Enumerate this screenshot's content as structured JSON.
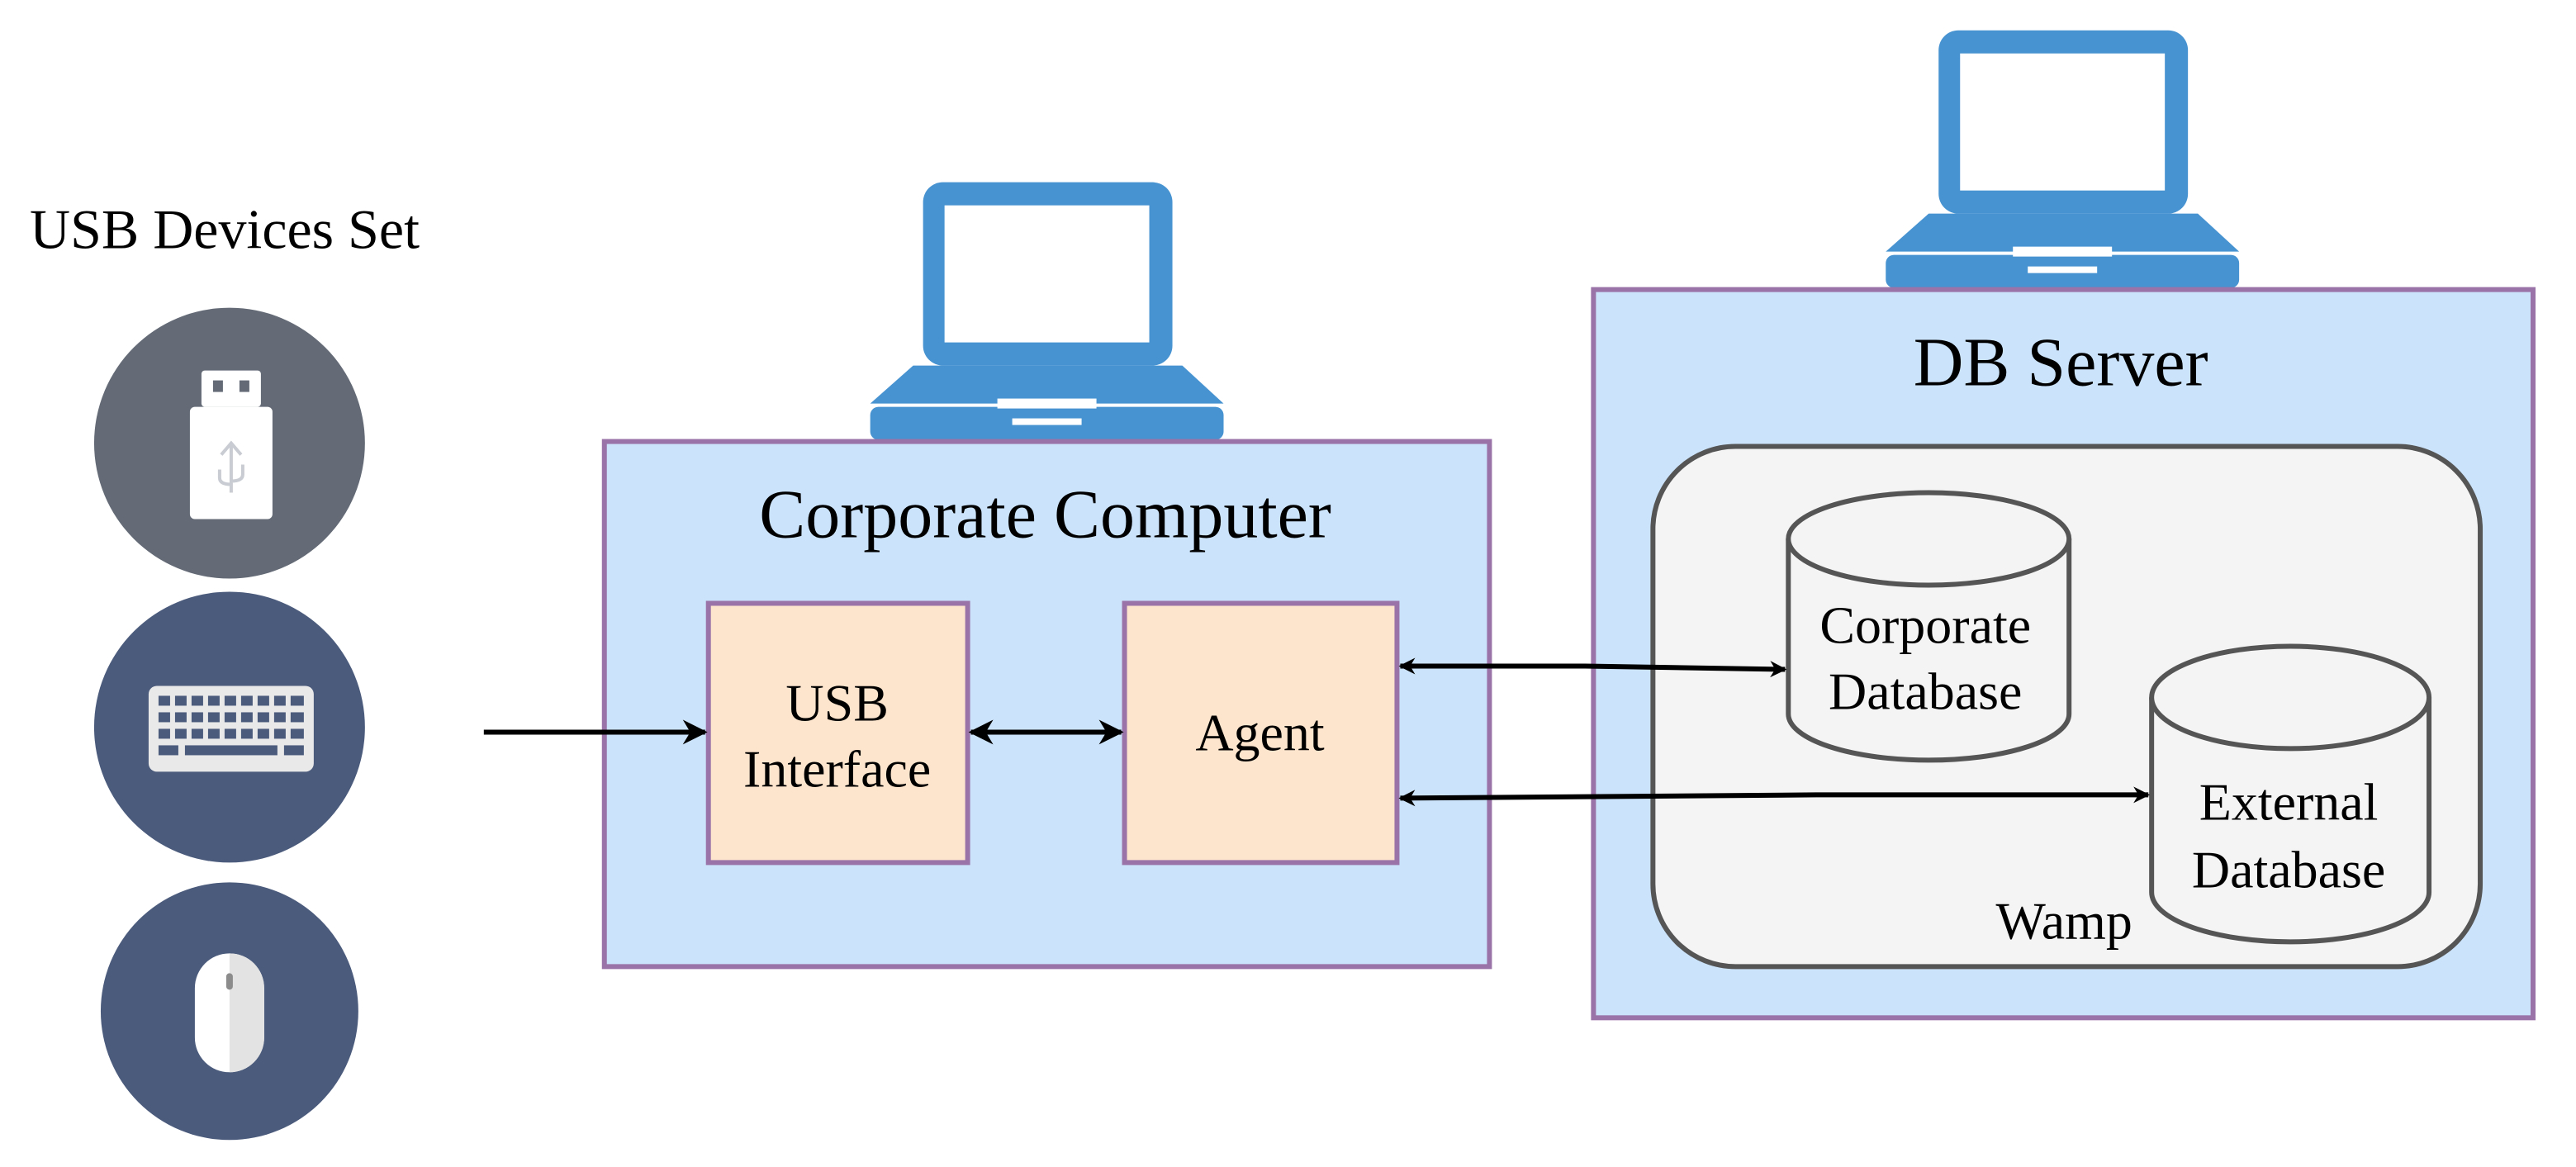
{
  "usb_devices": {
    "title": "USB Devices Set",
    "devices": [
      {
        "icon": "usb-flash-drive-icon",
        "color": "#646b76"
      },
      {
        "icon": "keyboard-icon",
        "color": "#4b5b7c"
      },
      {
        "icon": "mouse-icon",
        "color": "#4b5b7c"
      }
    ]
  },
  "corporate_computer": {
    "title": "Corporate Computer",
    "usb_interface": {
      "line1": "USB",
      "line2": "Interface"
    },
    "agent": {
      "label": "Agent"
    }
  },
  "db_server": {
    "title": "DB Server",
    "wamp": {
      "label": "Wamp"
    },
    "corporate_db": {
      "line1": "Corporate",
      "line2": "Database"
    },
    "external_db": {
      "line1": "External",
      "line2": "Database"
    }
  },
  "colors": {
    "container_fill": "#cce4fb",
    "container_border": "#9a73a8",
    "component_fill": "#fde4cc",
    "wamp_fill": "#f4f4f4",
    "wamp_border": "#555555",
    "laptop_blue": "#4793d1"
  }
}
